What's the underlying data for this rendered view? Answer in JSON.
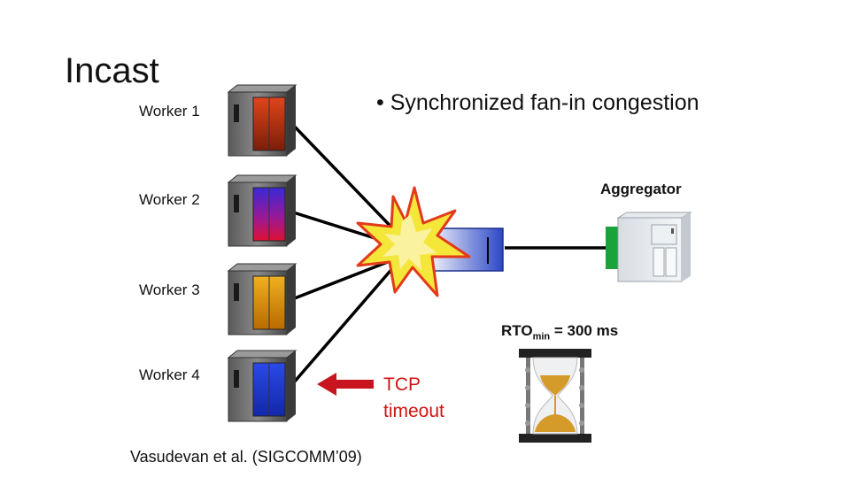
{
  "slide": {
    "title": "Incast",
    "bullet": "• Synchronized fan-in congestion",
    "citation": "Vasudevan et al. (SIGCOMM’09)"
  },
  "workers": [
    {
      "label": "Worker 1",
      "color_top": "#e0451b",
      "color_bottom": "#7a1e08"
    },
    {
      "label": "Worker 2",
      "color_top": "#3a28d8",
      "color_bottom": "#e01030"
    },
    {
      "label": "Worker 3",
      "color_top": "#e8a010",
      "color_bottom": "#b86a00"
    },
    {
      "label": "Worker 4",
      "color_top": "#1f3fd8",
      "color_bottom": "#1228a8"
    }
  ],
  "aggregator": {
    "label": "Aggregator"
  },
  "rto": {
    "prefix": "RTO",
    "subscript": "min",
    "suffix": " = 300 ms"
  },
  "timeout": {
    "line1": "TCP",
    "line2": "timeout"
  },
  "colors": {
    "timeout_red": "#c8141e",
    "switch_green": "#1aa33a",
    "explosion_yellow": "#f5e63a",
    "explosion_red": "#e33a1a",
    "sand": "#d49a2a"
  }
}
